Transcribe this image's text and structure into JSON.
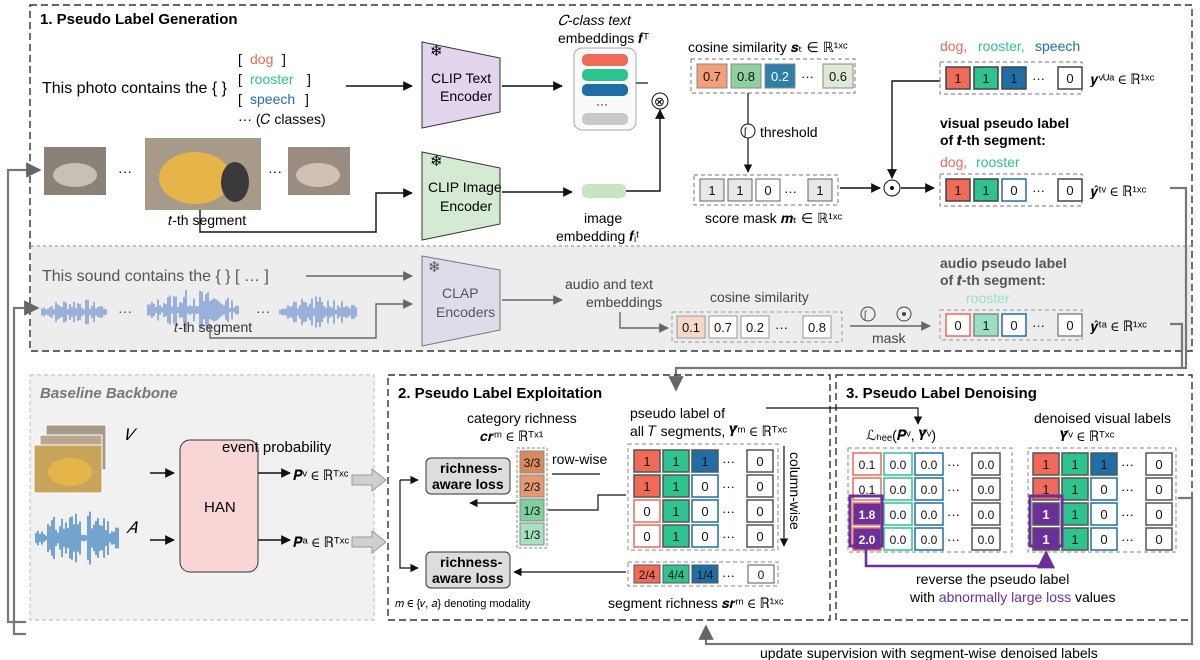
{
  "panel1": {
    "title": "1. Pseudo Label Generation",
    "prompt_text": "This photo contains the { }",
    "class_list": [
      "dog",
      "rooster",
      "speech"
    ],
    "class_list_more": "··· (𝐶 classes)",
    "clip_text_encoder": [
      "CLIP Text",
      "Encoder"
    ],
    "clip_image_encoder": [
      "CLIP Image",
      "Encoder"
    ],
    "text_embed_label": [
      "𝐶-class text",
      "embeddings 𝒇ᵀ"
    ],
    "image_embed_label": [
      "image",
      "embedding 𝒇ᵢᵗ"
    ],
    "cosine_label": "cosine similarity 𝒔ₜ ∈ ℝ¹ˣᶜ",
    "cosine_values": [
      "0.7",
      "0.8",
      "0.2",
      "···",
      "0.6"
    ],
    "threshold_label": "threshold",
    "score_mask_values": [
      "1",
      "1",
      "0",
      "···",
      "1"
    ],
    "score_mask_label": "score mask 𝒎ₜ ∈ ℝ¹ˣᶜ",
    "video_label_classes": [
      "dog,",
      "rooster,",
      "speech"
    ],
    "video_label_values": [
      "1",
      "1",
      "1",
      "···",
      "0"
    ],
    "video_label_symbol": "𝒚ᵛᵁᵃ ∈ ℝ¹ˣᶜ",
    "visual_pl_title": [
      "visual pseudo label",
      "of 𝒕-th segment:"
    ],
    "visual_pl_classes": [
      "dog,",
      "rooster"
    ],
    "visual_pl_values": [
      "1",
      "1",
      "0",
      "···",
      "0"
    ],
    "visual_pl_symbol": "𝒚̂ᵗᵛ ∈ ℝ¹ˣᶜ",
    "segment_label": "𝑡-th segment",
    "ellipsis": "···",
    "audio_prompt": "This sound contains the { } [ … ]",
    "clap_encoder": [
      "CLAP",
      "Encoders"
    ],
    "audio_text_embed": [
      "audio and text",
      "embeddings"
    ],
    "audio_cosine_label": "cosine similarity",
    "audio_cosine_values": [
      "0.1",
      "0.7",
      "0.2",
      "···",
      "0.8"
    ],
    "mask_label": "mask",
    "audio_pl_title": [
      "audio pseudo label",
      "of 𝒕-th segment:"
    ],
    "audio_pl_class": "rooster",
    "audio_pl_values": [
      "0",
      "1",
      "0",
      "···",
      "0"
    ],
    "audio_pl_symbol": "𝒚̂ᵗᵃ ∈ ℝ¹ˣᶜ"
  },
  "baseline": {
    "title": "Baseline Backbone",
    "v_label": "𝑉",
    "a_label": "𝐴",
    "event_prob": "event probability",
    "han": "HAN",
    "pv": "𝑷ᵛ ∈ ℝᵀˣᶜ",
    "pa": "𝑷ᵃ ∈ ℝᵀˣᶜ"
  },
  "panel2": {
    "title": "2. Pseudo Label Exploitation",
    "category_richness": [
      "category richness",
      "𝒄𝒓ᵐ ∈ ℝᵀˣ¹"
    ],
    "cr_values": [
      "3/3",
      "2/3",
      "1/3",
      "1/3"
    ],
    "richness_loss": [
      "richness-",
      "aware loss"
    ],
    "row_wise": "row-wise",
    "column_wise": "column-wise",
    "pseudo_label_all": [
      "pseudo label of",
      "all 𝑇 segments, 𝒀̂ᵐ ∈ ℝᵀˣᶜ"
    ],
    "matrix": [
      [
        "1",
        "1",
        "1",
        "···",
        "0"
      ],
      [
        "1",
        "1",
        "0",
        "···",
        "0"
      ],
      [
        "0",
        "1",
        "0",
        "···",
        "0"
      ],
      [
        "0",
        "1",
        "0",
        "···",
        "0"
      ]
    ],
    "sr_values": [
      "2/4",
      "4/4",
      "1/4",
      "···",
      "0"
    ],
    "segment_richness": "segment richness 𝒔𝒓ᵐ ∈ ℝ¹ˣᶜ",
    "modality_note": "𝑚 ∈ {𝑣, 𝑎} denoting modality"
  },
  "panel3": {
    "title": "3. Pseudo Label Denoising",
    "bce_label": "ℒₕₑₑ(𝑷ᵛ, 𝒀̂ᵛ)",
    "loss_matrix": [
      [
        "0.1",
        "0.0",
        "0.0",
        "···",
        "0.0"
      ],
      [
        "0.1",
        "0.0",
        "0.0",
        "···",
        "0.0"
      ],
      [
        "1.8",
        "0.0",
        "0.0",
        "···",
        "0.0"
      ],
      [
        "2.0",
        "0.0",
        "0.0",
        "···",
        "0.0"
      ]
    ],
    "denoised_label": [
      "denoised visual labels",
      "𝒀̃ᵛ ∈ ℝᵀˣᶜ"
    ],
    "denoised_matrix": [
      [
        "1",
        "1",
        "1",
        "···",
        "0"
      ],
      [
        "1",
        "1",
        "0",
        "···",
        "0"
      ],
      [
        "1",
        "1",
        "0",
        "···",
        "0"
      ],
      [
        "1",
        "1",
        "0",
        "···",
        "0"
      ]
    ],
    "reverse_text": "reverse the pseudo label",
    "reverse_text_2a": "with ",
    "reverse_text_2b": "abnormally large loss",
    "reverse_text_2c": " values"
  },
  "footer": "update supervision with segment-wise denoised labels",
  "colors": {
    "dog": "#ef6a57",
    "rooster": "#2ec48f",
    "speech": "#1f6fa6",
    "clip_text": "#e2d6ef",
    "clip_image": "#d4ead2",
    "han": "#f9d6d6",
    "purple": "#6b2f99",
    "dashed": "#555555",
    "grey_panel": "#eeeeee"
  },
  "icons": [
    "snowflake-icon",
    "product-icon",
    "threshold-icon",
    "dot-product-icon"
  ]
}
